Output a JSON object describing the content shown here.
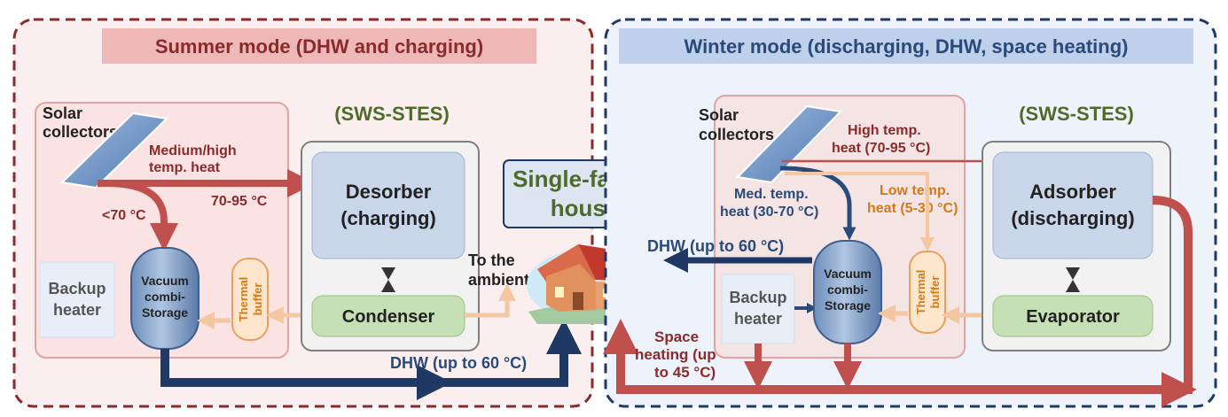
{
  "summer": {
    "title": "Summer mode (DHW and charging)",
    "stes_label": "(SWS-STES)",
    "solar_label": [
      "Solar",
      "collectors"
    ],
    "heat_label": [
      "Medium/high",
      "temp. heat"
    ],
    "temp_range": "70-95 °C",
    "low_temp": "<70 °C",
    "desorber": [
      "Desorber",
      "(charging)"
    ],
    "condenser": "Condenser",
    "to_ambient": [
      "To the",
      "ambient"
    ],
    "backup_heater": [
      "Backup",
      "heater"
    ],
    "storage": [
      "Vacuum",
      "combi-",
      "Storage"
    ],
    "buffer": [
      "Thermal",
      "buffer"
    ],
    "dhw": "DHW (up to 60 °C)"
  },
  "house": {
    "label": [
      "Single-family",
      "house"
    ]
  },
  "winter": {
    "title": "Winter mode (discharging, DHW, space heating)",
    "stes_label": "(SWS-STES)",
    "solar_label": [
      "Solar",
      "collectors"
    ],
    "high_temp": [
      "High temp.",
      "heat (70-95 °C)"
    ],
    "med_temp": [
      "Med. temp.",
      "heat (30-70 °C)"
    ],
    "low_temp": [
      "Low temp.",
      "heat (5-30 °C)"
    ],
    "dhw": "DHW (up to 60 °C)",
    "adsorber": [
      "Adsorber",
      "(discharging)"
    ],
    "evaporator": "Evaporator",
    "backup_heater": [
      "Backup",
      "heater"
    ],
    "storage": [
      "Vacuum",
      "combi-",
      "Storage"
    ],
    "buffer": [
      "Thermal",
      "buffer"
    ],
    "space_heating": [
      "Space",
      "heating (up",
      "to 45 °C)"
    ]
  },
  "colors": {
    "summer_border": "#8b2a2a",
    "winter_border": "#1f3864",
    "red_arrow": "#c0504d",
    "navy_arrow": "#1f3864",
    "light_arrow": "#f4c7a1",
    "stes_green": "#4f6b28"
  },
  "icons": [
    "solar-panel-icon",
    "valve-icon",
    "house-icon"
  ]
}
